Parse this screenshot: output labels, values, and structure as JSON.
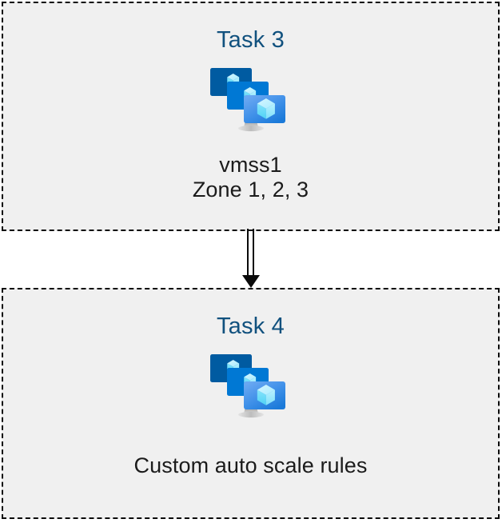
{
  "diagram": {
    "type": "flow",
    "background_color": "#ffffff",
    "panel_fill": "#f0f0f0",
    "panel_border_color": "#0a0a0a",
    "title_color": "#11517e",
    "caption_color": "#1b1b1b"
  },
  "panels": [
    {
      "id": "task3",
      "title": "Task 3",
      "icon": "azure-vm-scale-set-icon",
      "caption_lines": [
        "vmss1",
        "Zone 1, 2, 3"
      ]
    },
    {
      "id": "task4",
      "title": "Task 4",
      "icon": "azure-vm-scale-set-icon",
      "caption_lines": [
        "Custom auto scale rules"
      ]
    }
  ],
  "connector": {
    "name": "double-line-down-arrow",
    "from": "task3",
    "to": "task4",
    "style": "double-line",
    "color": "#0a0a0a"
  },
  "icon_colors": {
    "monitor_back": "#005ba1",
    "monitor_middle": "#0078d4",
    "monitor_front_top": "#5ea0ef",
    "monitor_front_bottom": "#1b82e2",
    "cube_light": "#c3f1ff",
    "cube_mid": "#9cebff",
    "cube_dark": "#50e6ff",
    "stand_gray": "#b3b3b3"
  }
}
